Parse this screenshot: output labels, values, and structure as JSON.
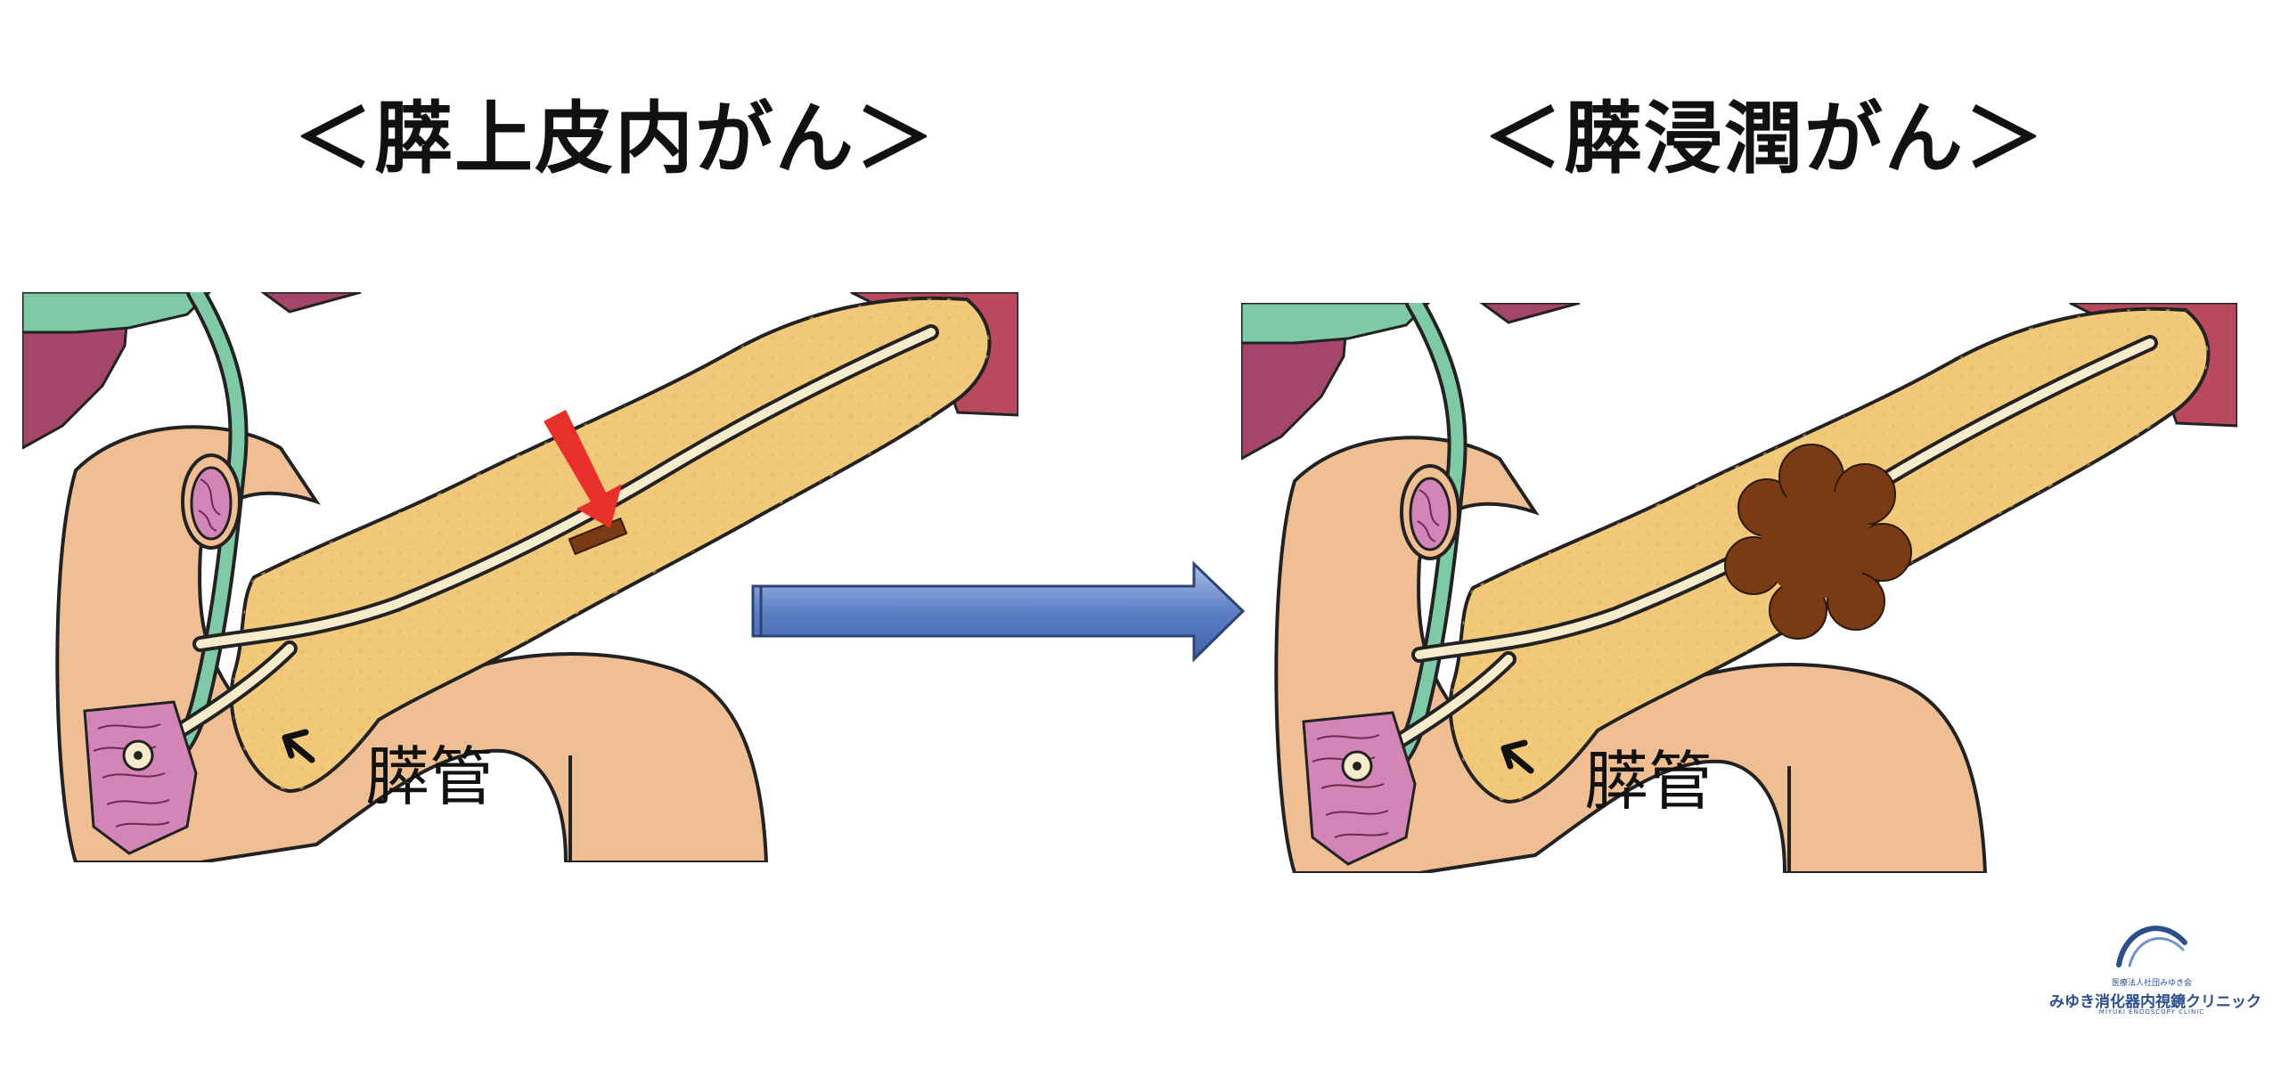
{
  "titles": {
    "left": "＜膵上皮内がん＞",
    "right": "＜膵浸潤がん＞"
  },
  "labels": {
    "duct_left": "膵管",
    "duct_right": "膵管"
  },
  "logo": {
    "org": "医療法人社団みゆき会",
    "name": "みゆき消化器内視鏡クリニック",
    "english": "MIYUKI ENDOSCOPY CLINIC"
  },
  "colors": {
    "pancreas": "#f2c97a",
    "duct": "#f6eccb",
    "duodenum": "#efbf93",
    "bile_duct": "#7ecaa6",
    "organ_dark": "#a4466a",
    "mucosa": "#d485b8",
    "lesion": "#7a3b14",
    "pointer_arrow": "#e8302a",
    "transition_arrow": "#4f74bd",
    "logo_blue": "#2b4e8c"
  }
}
